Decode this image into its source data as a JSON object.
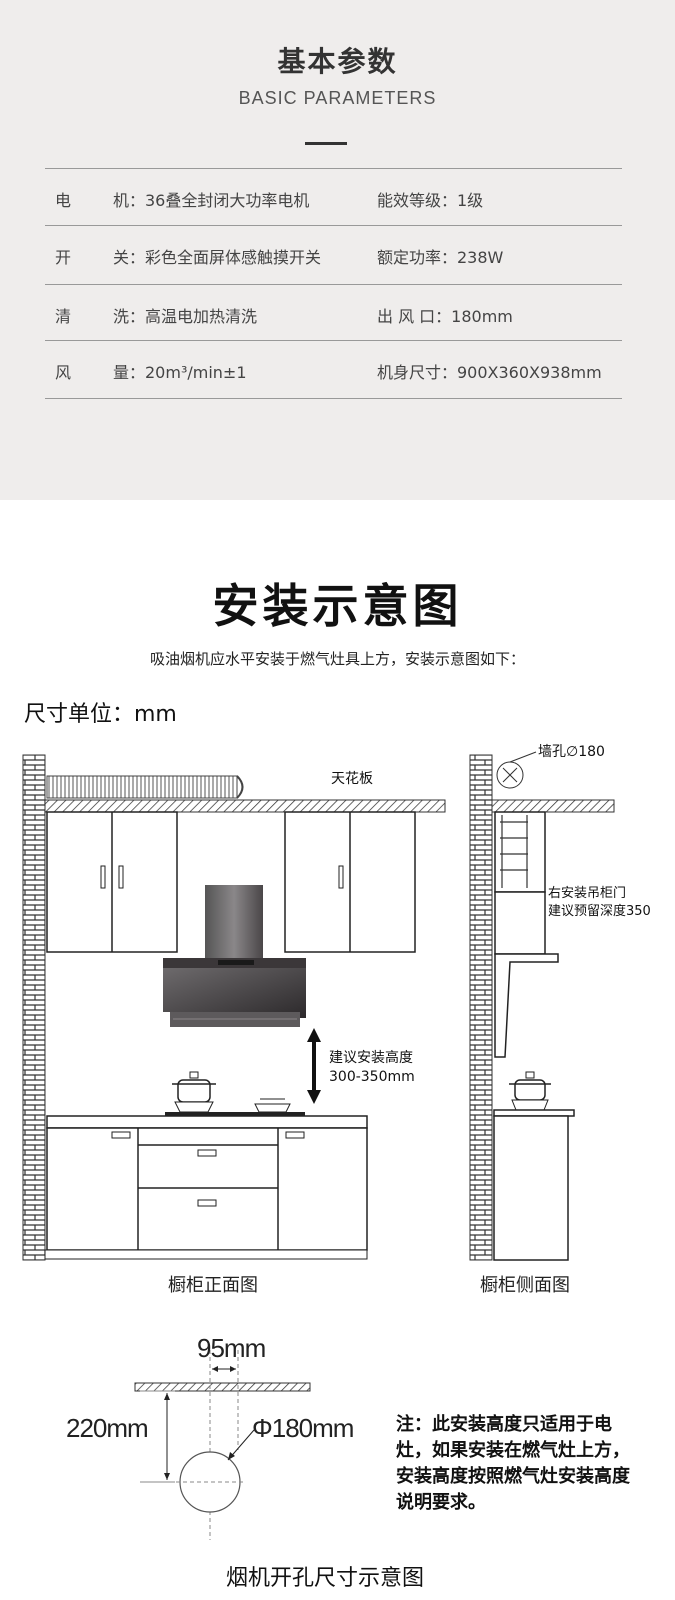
{
  "params": {
    "title": "基本参数",
    "subtitle": "BASIC PARAMETERS",
    "rows": [
      {
        "k1": "电",
        "k2": "机：36叠全封闭大功率电机",
        "k3": "能效等级：1级"
      },
      {
        "k1": "开",
        "k2": "关：彩色全面屏体感触摸开关",
        "k3": "额定功率：238W"
      },
      {
        "k1": "清",
        "k2": "洗：高温电加热清洗",
        "k3": "出 风 口：180mm"
      },
      {
        "k1": "风",
        "k2": "量：20m³/min±1",
        "k3": "机身尺寸：900X360X938mm"
      }
    ]
  },
  "install": {
    "title": "安装示意图",
    "subtitle": "吸油烟机应水平安装于燃气灶具上方，安装示意图如下：",
    "unit": "尺寸单位：mm",
    "front": {
      "ceiling_label": "天花板",
      "height_label_1": "建议安装高度",
      "height_label_2": "300-350mm",
      "caption": "橱柜正面图"
    },
    "side": {
      "wall_hole_label": "墙孔∅180",
      "door_label_1": "右安装吊柜门",
      "door_label_2": "建议预留深度350",
      "caption": "橱柜侧面图"
    },
    "hole": {
      "dim_95": "95mm",
      "dim_220": "220mm",
      "dim_180": "Φ180mm",
      "caption": "烟机开孔尺寸示意图"
    },
    "note": "注：此安装高度只适用于电灶，如果安装在燃气灶上方，安装高度按照燃气灶安装高度说明要求。"
  },
  "colors": {
    "top_bg": "#efedec",
    "hood": "#4a4648",
    "brick": "#333333"
  }
}
